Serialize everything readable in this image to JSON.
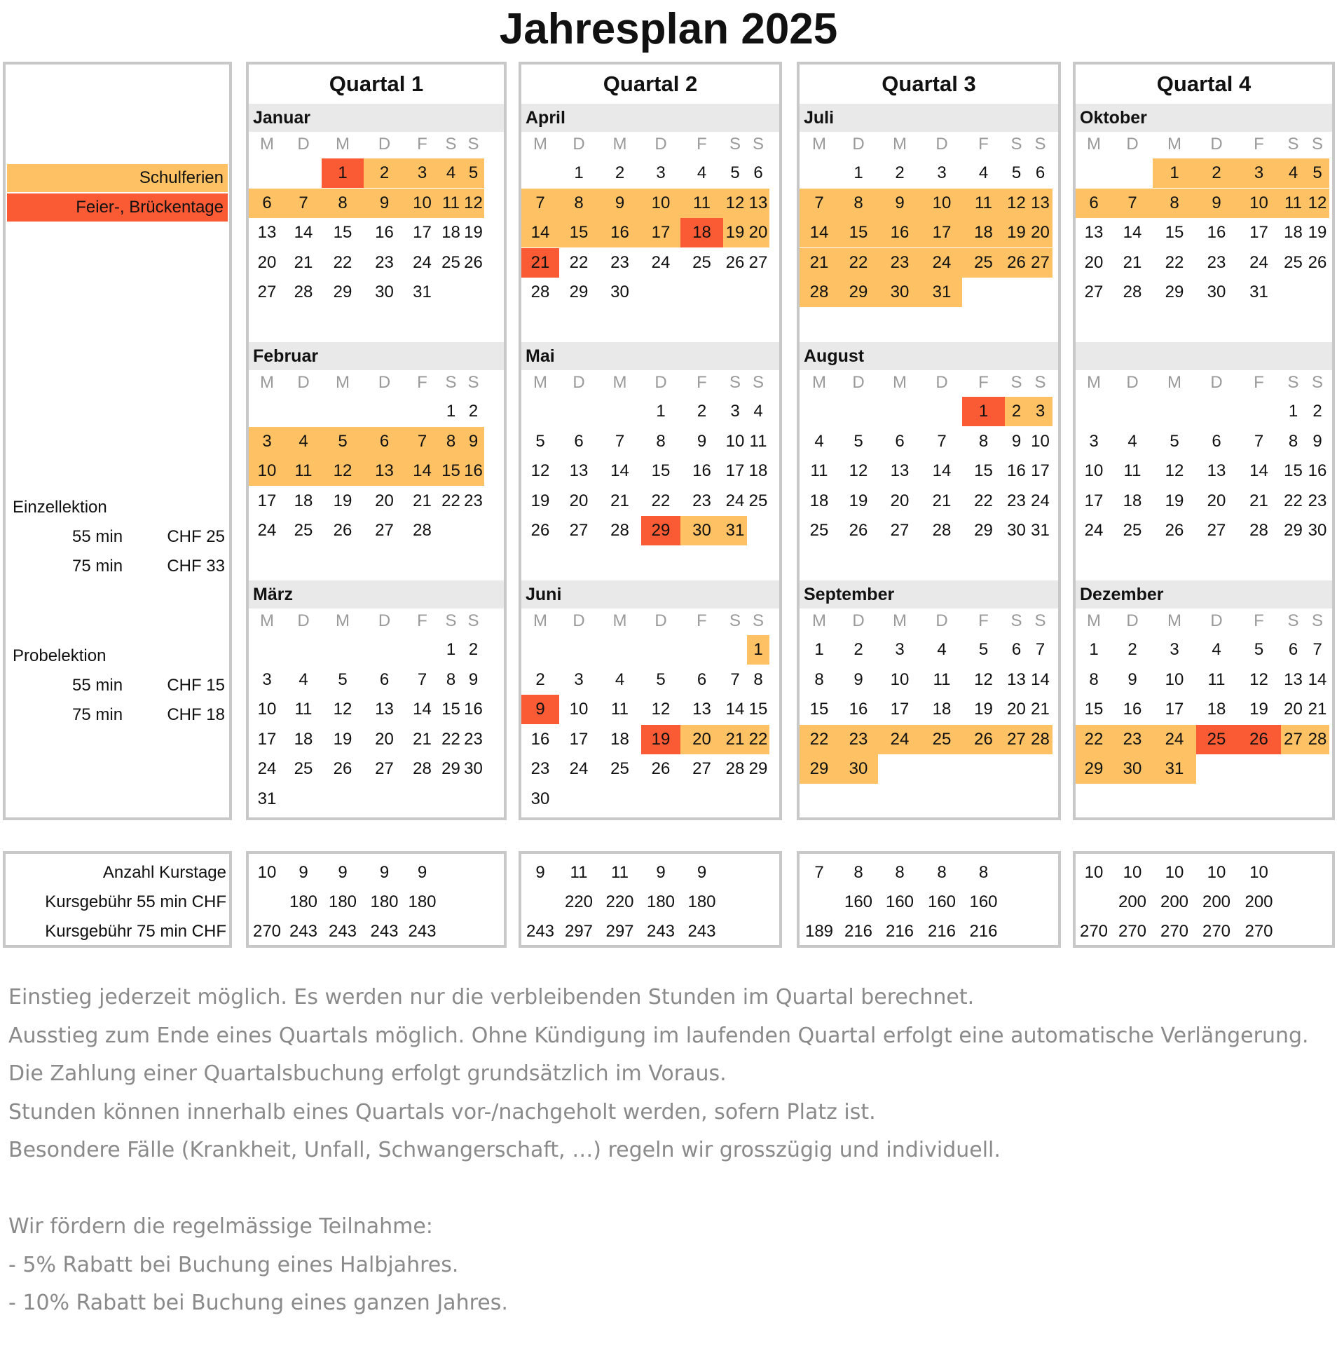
{
  "title": "Jahresplan 2025",
  "colors": {
    "ferien": "#fec264",
    "feier": "#fa5a34",
    "header_bg": "#e9e9e9",
    "border": "#c8c8c8",
    "weekday": "#9a9a9a",
    "notes": "#8a8a8a"
  },
  "legend": {
    "schulferien": "Schulferien",
    "feiertage": "Feier-, Brückentage"
  },
  "prices": {
    "einzel": {
      "title": "Einzellektion",
      "rows": [
        {
          "duration": "55 min",
          "price": "CHF 25"
        },
        {
          "duration": "75 min",
          "price": "CHF 33"
        }
      ]
    },
    "probe": {
      "title": "Probelektion",
      "rows": [
        {
          "duration": "55 min",
          "price": "CHF 15"
        },
        {
          "duration": "75 min",
          "price": "CHF 18"
        }
      ]
    }
  },
  "weekdays": [
    "M",
    "D",
    "M",
    "D",
    "F",
    "S",
    "S"
  ],
  "quarters": [
    {
      "title": "Quartal 1",
      "months": [
        {
          "name": "Januar",
          "start": 2,
          "days": 31,
          "ferien": [
            [
              2,
              5
            ],
            [
              6,
              12
            ]
          ],
          "feier": [
            1
          ]
        },
        {
          "name": "Februar",
          "start": 5,
          "days": 28,
          "ferien": [
            [
              3,
              16
            ]
          ],
          "feier": []
        },
        {
          "name": "März",
          "start": 5,
          "days": 31,
          "ferien": [],
          "feier": []
        }
      ]
    },
    {
      "title": "Quartal 2",
      "months": [
        {
          "name": "April",
          "start": 1,
          "days": 30,
          "ferien": [
            [
              7,
              13
            ],
            [
              14,
              20
            ]
          ],
          "feier": [
            18,
            21
          ]
        },
        {
          "name": "Mai",
          "start": 3,
          "days": 31,
          "ferien": [
            [
              30,
              31
            ]
          ],
          "feier": [
            29
          ]
        },
        {
          "name": "Juni",
          "start": 6,
          "days": 30,
          "ferien": [
            [
              1,
              1
            ],
            [
              20,
              22
            ]
          ],
          "feier": [
            9,
            19
          ]
        }
      ]
    },
    {
      "title": "Quartal 3",
      "months": [
        {
          "name": "Juli",
          "start": 1,
          "days": 31,
          "ferien": [
            [
              7,
              31
            ]
          ],
          "feier": []
        },
        {
          "name": "August",
          "start": 4,
          "days": 31,
          "ferien": [
            [
              2,
              3
            ]
          ],
          "feier": [
            1
          ]
        },
        {
          "name": "September",
          "start": 0,
          "days": 30,
          "ferien": [
            [
              22,
              30
            ]
          ],
          "feier": []
        }
      ]
    },
    {
      "title": "Quartal 4",
      "months": [
        {
          "name": "Oktober",
          "start": 2,
          "days": 31,
          "ferien": [
            [
              1,
              12
            ]
          ],
          "feier": []
        },
        {
          "name": "",
          "start": 5,
          "days": 30,
          "ferien": [],
          "feier": []
        },
        {
          "name": "Dezember",
          "start": 0,
          "days": 31,
          "ferien": [
            [
              22,
              24
            ],
            [
              27,
              31
            ]
          ],
          "feier": [
            25,
            26
          ]
        }
      ]
    }
  ],
  "summary": {
    "labels": [
      "Anzahl Kurstage",
      "Kursgebühr 55 min  CHF",
      "Kursgebühr 75 min  CHF"
    ],
    "quarters": [
      [
        [
          "10",
          "9",
          "9",
          "9",
          "9"
        ],
        [
          "",
          "180",
          "180",
          "180",
          "180"
        ],
        [
          "270",
          "243",
          "243",
          "243",
          "243"
        ]
      ],
      [
        [
          "9",
          "11",
          "11",
          "9",
          "9"
        ],
        [
          "",
          "220",
          "220",
          "180",
          "180"
        ],
        [
          "243",
          "297",
          "297",
          "243",
          "243"
        ]
      ],
      [
        [
          "7",
          "8",
          "8",
          "8",
          "8"
        ],
        [
          "",
          "160",
          "160",
          "160",
          "160"
        ],
        [
          "189",
          "216",
          "216",
          "216",
          "216"
        ]
      ],
      [
        [
          "10",
          "10",
          "10",
          "10",
          "10"
        ],
        [
          "",
          "200",
          "200",
          "200",
          "200"
        ],
        [
          "270",
          "270",
          "270",
          "270",
          "270"
        ]
      ]
    ]
  },
  "notes": [
    "Einstieg jederzeit möglich. Es werden nur die verbleibenden Stunden im Quartal berechnet.",
    "Ausstieg zum Ende eines Quartals möglich. Ohne Kündigung im laufenden Quartal erfolgt eine automatische Verlängerung.",
    "Die Zahlung einer Quartalsbuchung erfolgt grundsätzlich im Voraus.",
    "Stunden können innerhalb eines Quartals vor-/nachgeholt werden, sofern Platz ist.",
    "Besondere Fälle (Krankheit, Unfall, Schwangerschaft, …) regeln wir grosszügig und individuell.",
    "",
    "Wir fördern die regelmässige Teilnahme:",
    "-  5% Rabatt bei Buchung eines Halbjahres.",
    "-  10% Rabatt bei Buchung eines ganzen Jahres."
  ]
}
